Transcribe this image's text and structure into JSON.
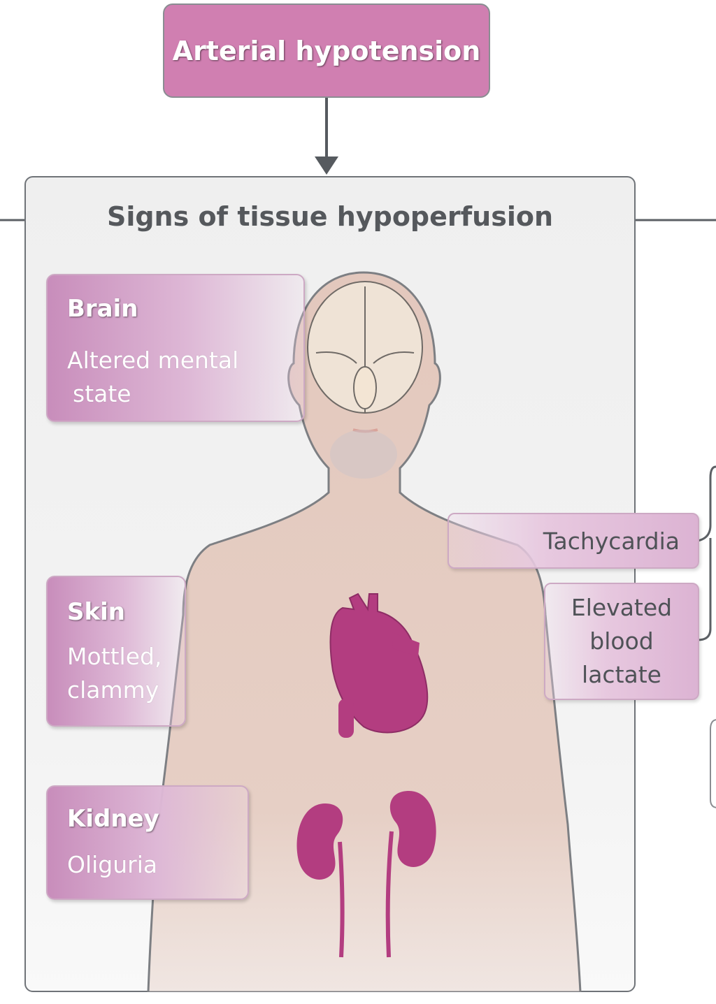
{
  "top": {
    "title": "Arterial hypotension"
  },
  "panel": {
    "title": "Signs of tissue hypoperfusion"
  },
  "organs": {
    "brain": {
      "name": "Brain",
      "sign": "Altered mental",
      "sign2": "state"
    },
    "skin": {
      "name": "Skin",
      "sign": "Mottled,",
      "sign2": "clammy"
    },
    "kidney": {
      "name": "Kidney",
      "sign": "Oliguria"
    }
  },
  "right_signs": {
    "tachy": "Tachycardia",
    "lactate1": "Elevated",
    "lactate2": "blood",
    "lactate3": "lactate"
  },
  "colors": {
    "header_fill": "#d07fb1",
    "organ_fill": "#b33d80",
    "skin_tone": "#e7cdc3",
    "border": "#6f7378"
  }
}
